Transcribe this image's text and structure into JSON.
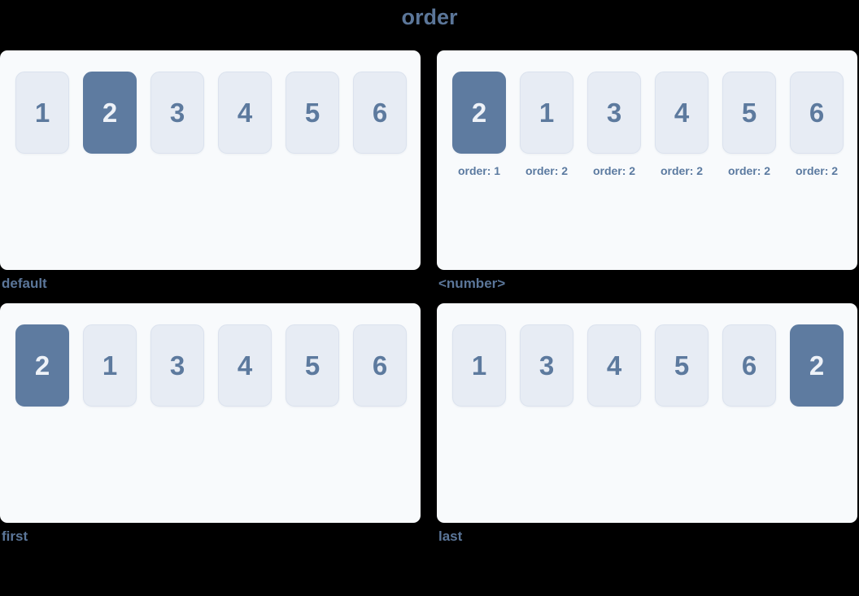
{
  "title": "order",
  "colors": {
    "page_bg": "#000000",
    "panel_bg": "#f8fafc",
    "item_bg": "#e7ecf4",
    "item_border": "#dbe2ee",
    "item_text": "#5d7a9e",
    "highlight_bg": "#5e7ba0",
    "highlight_text": "#eef2f8",
    "label_text": "#5b7699"
  },
  "panels": [
    {
      "caption": "default",
      "items": [
        {
          "value": "1",
          "highlighted": false
        },
        {
          "value": "2",
          "highlighted": true
        },
        {
          "value": "3",
          "highlighted": false
        },
        {
          "value": "4",
          "highlighted": false
        },
        {
          "value": "5",
          "highlighted": false
        },
        {
          "value": "6",
          "highlighted": false
        }
      ]
    },
    {
      "caption": "<number>",
      "items": [
        {
          "value": "2",
          "highlighted": true,
          "order_label": "order: 1"
        },
        {
          "value": "1",
          "highlighted": false,
          "order_label": "order: 2"
        },
        {
          "value": "3",
          "highlighted": false,
          "order_label": "order: 2"
        },
        {
          "value": "4",
          "highlighted": false,
          "order_label": "order: 2"
        },
        {
          "value": "5",
          "highlighted": false,
          "order_label": "order: 2"
        },
        {
          "value": "6",
          "highlighted": false,
          "order_label": "order: 2"
        }
      ]
    },
    {
      "caption": "first",
      "items": [
        {
          "value": "2",
          "highlighted": true
        },
        {
          "value": "1",
          "highlighted": false
        },
        {
          "value": "3",
          "highlighted": false
        },
        {
          "value": "4",
          "highlighted": false
        },
        {
          "value": "5",
          "highlighted": false
        },
        {
          "value": "6",
          "highlighted": false
        }
      ]
    },
    {
      "caption": "last",
      "items": [
        {
          "value": "1",
          "highlighted": false
        },
        {
          "value": "3",
          "highlighted": false
        },
        {
          "value": "4",
          "highlighted": false
        },
        {
          "value": "5",
          "highlighted": false
        },
        {
          "value": "6",
          "highlighted": false
        },
        {
          "value": "2",
          "highlighted": true
        }
      ]
    }
  ]
}
